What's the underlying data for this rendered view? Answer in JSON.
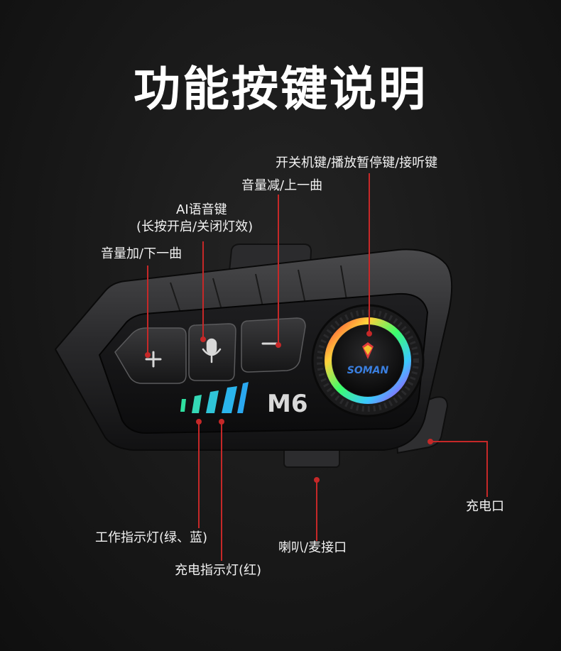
{
  "title": "功能按键说明",
  "product": {
    "brand_logo": "SOMAN",
    "model": "M6",
    "icons": [
      "plus-icon",
      "microphone-icon",
      "minus-icon"
    ]
  },
  "labels": {
    "power_play": "开关机键/播放暂停键/接听键",
    "volume_down": "音量减/上一曲",
    "ai_voice_line1": "AI语音键",
    "ai_voice_line2": "(长按开启/关闭灯效)",
    "volume_up": "音量加/下一曲",
    "charging_port": "充电口",
    "work_indicator": "工作指示灯(绿、蓝)",
    "speaker_mic_port": "喇叭/麦接口",
    "charge_indicator": "充电指示灯(红)"
  },
  "colors": {
    "callout_line": "#c62828",
    "indicator_green": "#2fe0a0",
    "indicator_blue": "#2aa8f0",
    "ring_gradient": [
      "#ff3b3b",
      "#ffd23b",
      "#3bff6b",
      "#3bc8ff",
      "#b43bff"
    ]
  }
}
